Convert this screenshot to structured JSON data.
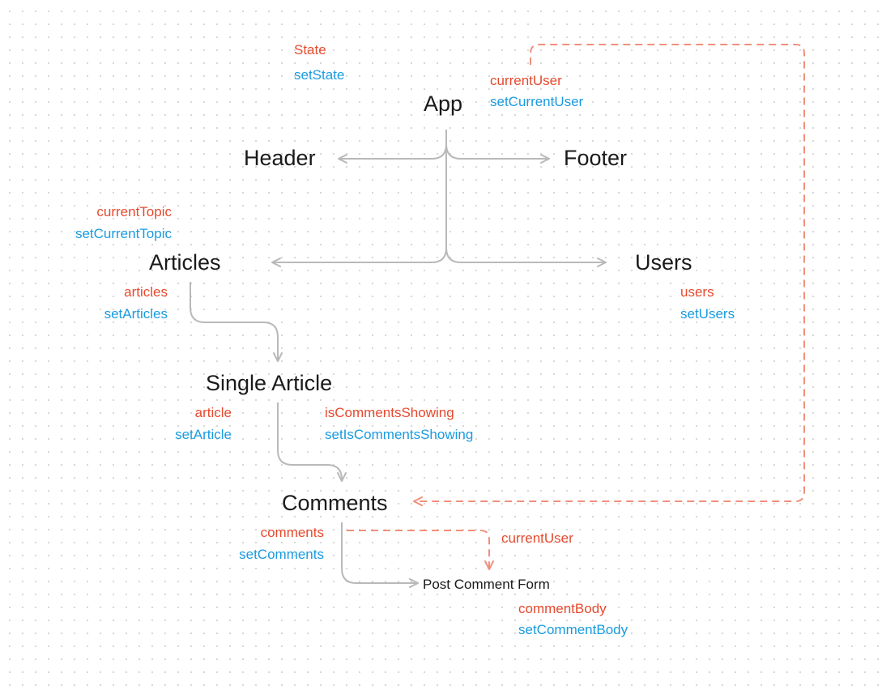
{
  "legend": {
    "state": "State",
    "setter": "setState"
  },
  "colors": {
    "state": "#e64a2e",
    "setter": "#1a9be0",
    "edge": "#b9b9b9",
    "prop_edge": "#f0907c",
    "node": "#1a1a1a"
  },
  "nodes": {
    "app": {
      "label": "App",
      "state": "currentUser",
      "setter": "setCurrentUser"
    },
    "header": {
      "label": "Header"
    },
    "footer": {
      "label": "Footer"
    },
    "articles": {
      "label": "Articles",
      "state_above": "currentTopic",
      "setter_above": "setCurrentTopic",
      "state": "articles",
      "setter": "setArticles"
    },
    "users": {
      "label": "Users",
      "state": "users",
      "setter": "setUsers"
    },
    "single_article": {
      "label": "Single Article",
      "state": "article",
      "setter": "setArticle",
      "state2": "isCommentsShowing",
      "setter2": "setIsCommentsShowing"
    },
    "comments": {
      "label": "Comments",
      "state": "comments",
      "setter": "setComments",
      "passed_prop": "currentUser"
    },
    "post_comment_form": {
      "label": "Post Comment Form",
      "state": "commentBody",
      "setter": "setCommentBody"
    }
  },
  "edges": [
    {
      "from": "App",
      "to": "Header",
      "style": "solid"
    },
    {
      "from": "App",
      "to": "Footer",
      "style": "solid"
    },
    {
      "from": "App",
      "to": "Articles",
      "style": "solid"
    },
    {
      "from": "App",
      "to": "Users",
      "style": "solid"
    },
    {
      "from": "Articles",
      "to": "Single Article",
      "style": "solid"
    },
    {
      "from": "Single Article",
      "to": "Comments",
      "style": "solid"
    },
    {
      "from": "Comments",
      "to": "Post Comment Form",
      "style": "solid"
    },
    {
      "from": "App",
      "to": "Comments",
      "style": "dashed",
      "prop": "currentUser"
    },
    {
      "from": "Comments",
      "to": "Post Comment Form",
      "style": "dashed",
      "prop": "currentUser"
    }
  ]
}
